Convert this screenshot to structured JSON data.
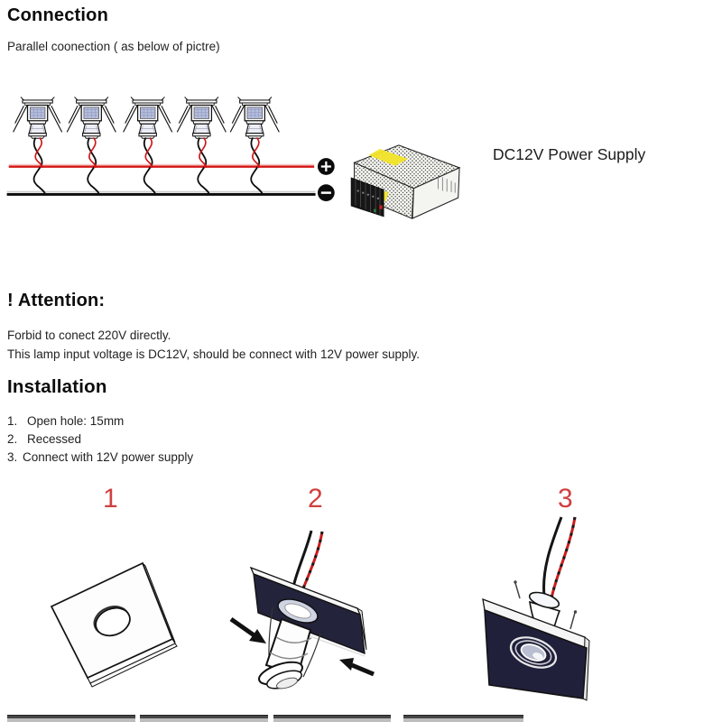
{
  "connection": {
    "title": "Connection",
    "subtitle": "Parallel coonection ( as below of pictre)"
  },
  "diagram": {
    "power_supply_label": "DC12V Power Supply",
    "lamp_count": 5,
    "positive_terminal_symbol": "+",
    "negative_terminal_symbol": "−",
    "colors": {
      "positive_wire": "#d41616",
      "negative_wire": "#0b0b0b",
      "figure_number_red": "#d04040"
    }
  },
  "attention": {
    "title": "! Attention:",
    "lines": [
      "Forbid to conect 220V directly.",
      "This lamp input voltage is DC12V, should be connect with 12V power supply."
    ]
  },
  "installation": {
    "title": "Installation",
    "steps": [
      {
        "num": "1.",
        "text": "Open hole: 15mm"
      },
      {
        "num": "2.",
        "text": "Recessed"
      },
      {
        "num": "3.",
        "text": "Connect with 12V power supply"
      }
    ],
    "figure_numbers": [
      "1",
      "2",
      "3"
    ]
  }
}
